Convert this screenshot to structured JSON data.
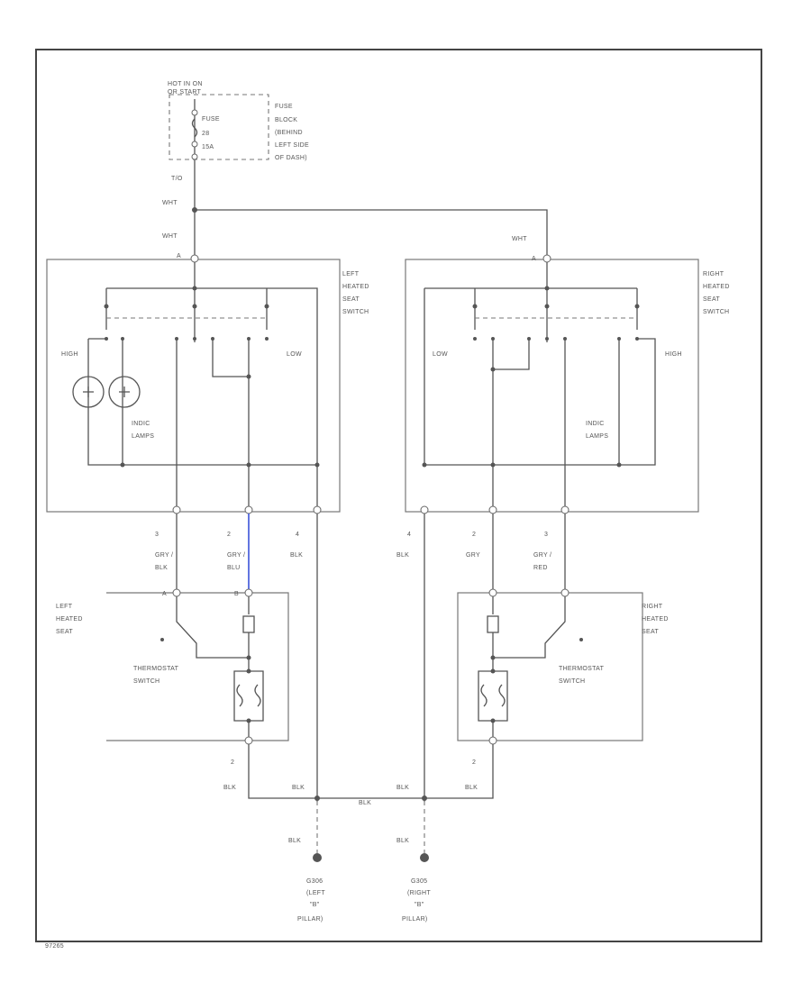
{
  "power": {
    "hot_label": "HOT IN ON",
    "hot_label2": "OR START",
    "fuse_label": "FUSE",
    "fuse_number": "28",
    "fuse_rating": "15A",
    "fuse_block": [
      "FUSE",
      "BLOCK",
      "(BEHIND",
      "LEFT SIDE",
      "OF DASH)"
    ],
    "wire_top": "T/O",
    "wire_main": "WHT",
    "wire_left_sw": "WHT",
    "wire_right_sw": "WHT"
  },
  "left_switch": {
    "title": [
      "LEFT",
      "HEATED",
      "SEAT",
      "SWITCH"
    ],
    "high": "HIGH",
    "low": "LOW",
    "indicator": [
      "INDIC",
      "LAMPS"
    ],
    "pin_a": "A",
    "pins": [
      "3",
      "2",
      "4"
    ],
    "wires": [
      "GRY /",
      "BLK",
      "GRY /",
      "BLU",
      "BLK"
    ]
  },
  "right_switch": {
    "title": [
      "RIGHT",
      "HEATED",
      "SEAT",
      "SWITCH"
    ],
    "high": "HIGH",
    "low": "LOW",
    "indicator": [
      "INDIC",
      "LAMPS"
    ],
    "pin_a": "A",
    "pins": [
      "4",
      "2",
      "3"
    ],
    "wires": [
      "BLK",
      "GRY",
      "GRY /",
      "RED"
    ]
  },
  "left_seat": {
    "title": [
      "LEFT",
      "HEATED",
      "SEAT"
    ],
    "thermostat": [
      "THERMOSTAT",
      "SWITCH"
    ],
    "pin_a": "A",
    "pin_b": "B",
    "bottom_pin": "2"
  },
  "right_seat": {
    "title": [
      "RIGHT",
      "HEATED",
      "SEAT"
    ],
    "thermostat": [
      "THERMOSTAT",
      "SWITCH"
    ],
    "bottom_pin": "2"
  },
  "ground": {
    "wires": [
      "BLK",
      "BLK",
      "BLK",
      "BLK",
      "BLK"
    ],
    "left_ground_wire": "BLK",
    "right_ground_wire": "BLK",
    "left_ground": [
      "G306",
      "(LEFT",
      "\"B\"",
      "PILLAR)"
    ],
    "right_ground": [
      "G305",
      "(RIGHT",
      "\"B\"",
      "PILLAR)"
    ]
  },
  "figure_id": "97265"
}
